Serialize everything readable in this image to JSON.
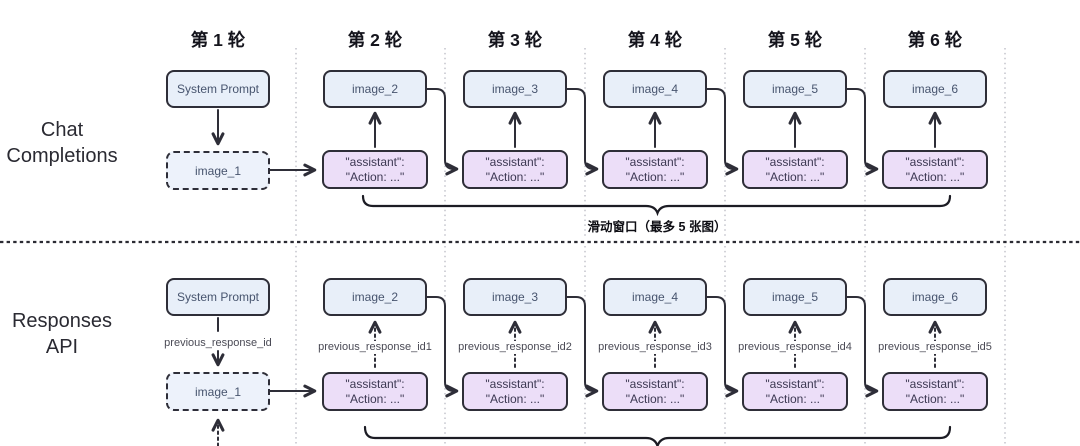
{
  "columns": [
    {
      "header": "第 1 轮"
    },
    {
      "header": "第 2 轮"
    },
    {
      "header": "第 3 轮"
    },
    {
      "header": "第 4 轮"
    },
    {
      "header": "第 5 轮"
    },
    {
      "header": "第 6 轮"
    }
  ],
  "rows": {
    "chat": {
      "line1": "Chat",
      "line2": "Completions"
    },
    "responses": {
      "line1": "Responses",
      "line2": "API"
    }
  },
  "assistant": {
    "line1": "\"assistant\":",
    "line2": "\"Action: ...\""
  },
  "chat": {
    "system_prompt": "System Prompt",
    "first_image": "image_1",
    "images": [
      "image_2",
      "image_3",
      "image_4",
      "image_5",
      "image_6"
    ],
    "window_label": "滑动窗口（最多 5 张图）"
  },
  "responses": {
    "system_prompt": "System Prompt",
    "first_image": "image_1",
    "images": [
      "image_2",
      "image_3",
      "image_4",
      "image_5",
      "image_6"
    ],
    "prev_id": "previous_response_id",
    "prev_ids": [
      "previous_response_id1",
      "previous_response_id2",
      "previous_response_id3",
      "previous_response_id4",
      "previous_response_id5"
    ]
  },
  "colors": {
    "image_box_fill": "#e8eff9",
    "dashed_box_fill": "#edf2fb",
    "assistant_box_fill": "#ecdef8",
    "box_border": "#2e2e38",
    "arrow_stroke": "#2e2e38",
    "separator_dotted": "#b9bac4",
    "divider_dashed": "#2b2b33",
    "header_text": "#14141c",
    "prev_label_text": "#4a4a55"
  }
}
